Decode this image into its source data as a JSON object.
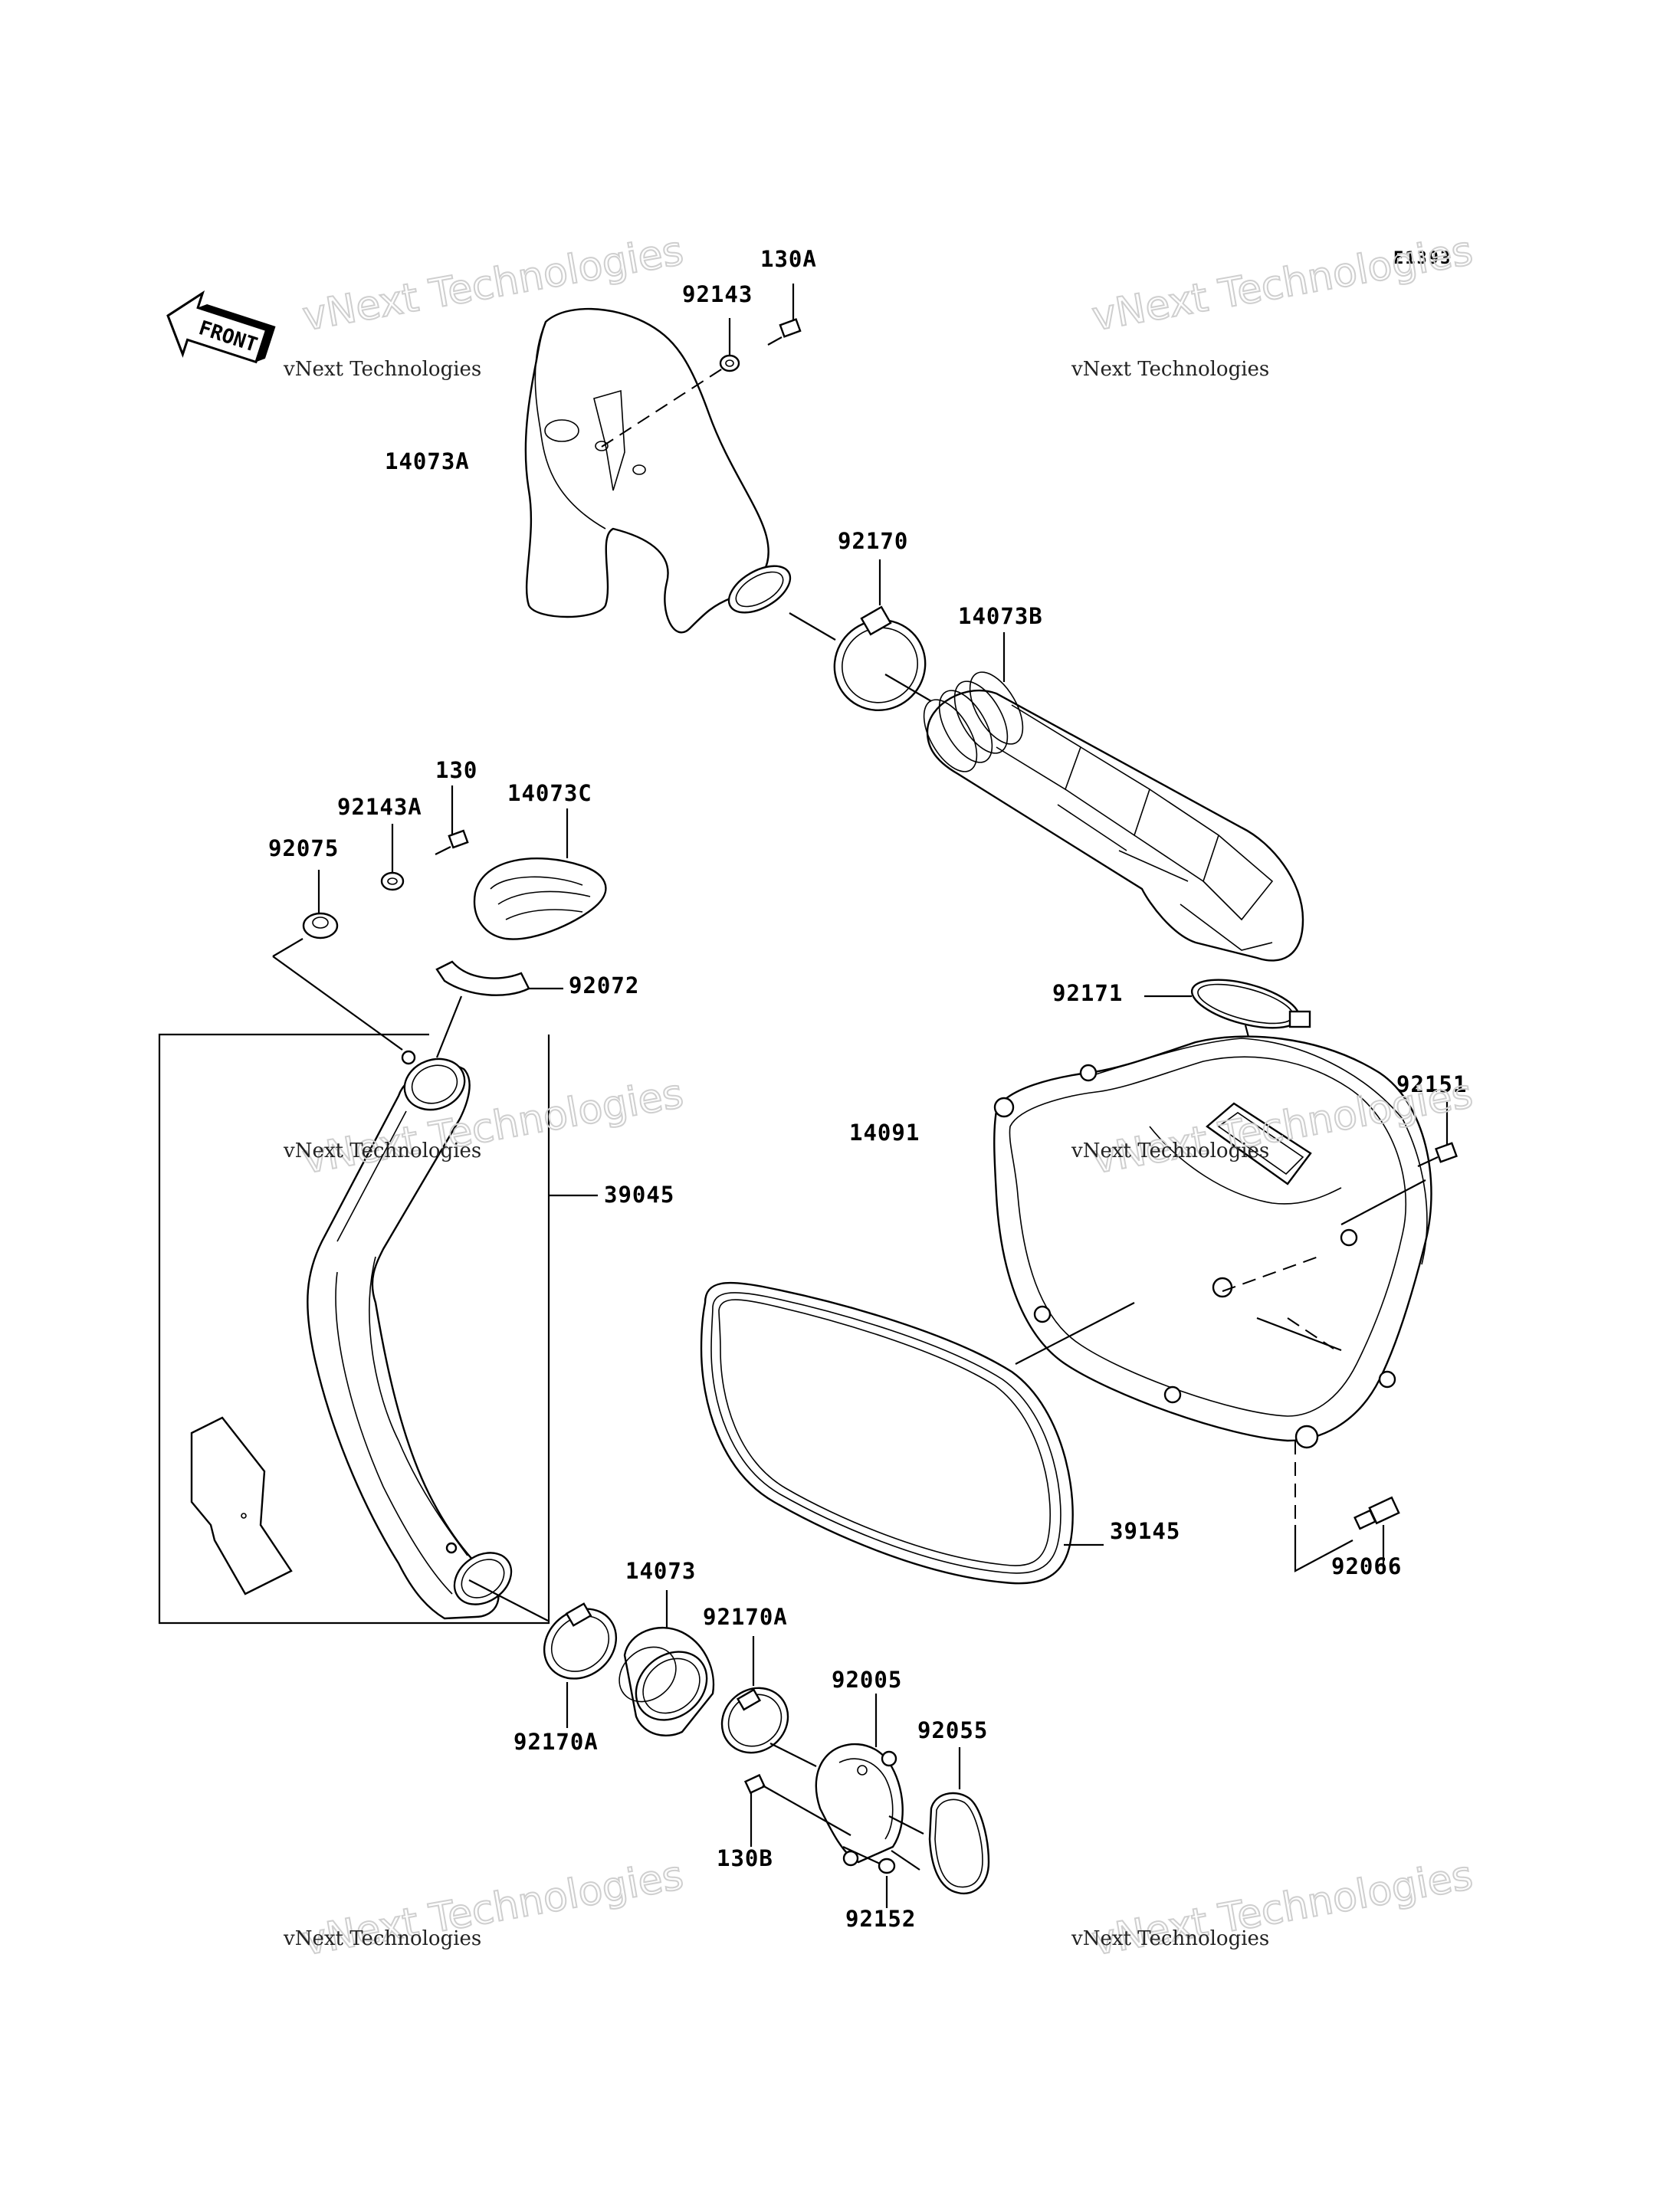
{
  "diagram": {
    "code": "E1393",
    "front_label": "FRONT",
    "watermark": {
      "line1": "vNext Technologies",
      "big": "vNext Technologies"
    },
    "parts": [
      {
        "id": "p130A",
        "label": "130A"
      },
      {
        "id": "p92143",
        "label": "92143"
      },
      {
        "id": "p14073A",
        "label": "14073A"
      },
      {
        "id": "p92170",
        "label": "92170"
      },
      {
        "id": "p14073B",
        "label": "14073B"
      },
      {
        "id": "p130",
        "label": "130"
      },
      {
        "id": "p92143A",
        "label": "92143A"
      },
      {
        "id": "p14073C",
        "label": "14073C"
      },
      {
        "id": "p92075",
        "label": "92075"
      },
      {
        "id": "p92072",
        "label": "92072"
      },
      {
        "id": "p92171",
        "label": "92171"
      },
      {
        "id": "p92151",
        "label": "92151"
      },
      {
        "id": "p14091",
        "label": "14091"
      },
      {
        "id": "p39045",
        "label": "39045"
      },
      {
        "id": "p39145",
        "label": "39145"
      },
      {
        "id": "p92066",
        "label": "92066"
      },
      {
        "id": "p14073",
        "label": "14073"
      },
      {
        "id": "p92170A_top",
        "label": "92170A"
      },
      {
        "id": "p92005",
        "label": "92005"
      },
      {
        "id": "p92055",
        "label": "92055"
      },
      {
        "id": "p92170A_bottom",
        "label": "92170A"
      },
      {
        "id": "p130B",
        "label": "130B"
      },
      {
        "id": "p92152",
        "label": "92152"
      }
    ]
  }
}
